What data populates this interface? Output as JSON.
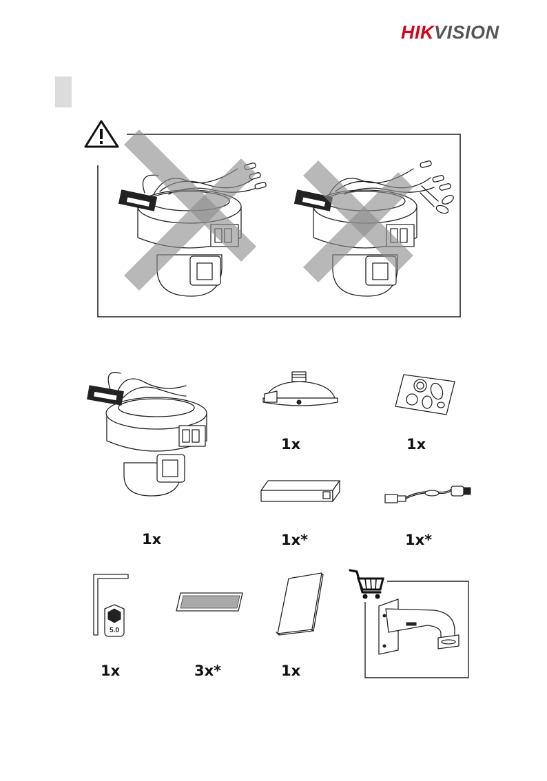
{
  "brand": {
    "logo_text": "HIKVISION",
    "logo_hik": "HIK",
    "logo_vision": "VISION",
    "primary_color": "#d7001b",
    "secondary_color": "#555555"
  },
  "warning": {
    "icon": "warning-triangle-icon"
  },
  "hex_key": {
    "size_label": "5.0"
  },
  "items": [
    {
      "name": "camera",
      "qty": "1x"
    },
    {
      "name": "mounting-cap",
      "qty": "1x"
    },
    {
      "name": "waterproof-kit",
      "qty": "1x"
    },
    {
      "name": "power-adapter",
      "qty": "1x*"
    },
    {
      "name": "cable",
      "qty": "1x*"
    },
    {
      "name": "hex-key",
      "qty": "1x"
    },
    {
      "name": "desiccant",
      "qty": "3x*"
    },
    {
      "name": "quick-start-guide",
      "qty": "1x"
    }
  ],
  "optional": {
    "icon": "shopping-cart-icon"
  }
}
